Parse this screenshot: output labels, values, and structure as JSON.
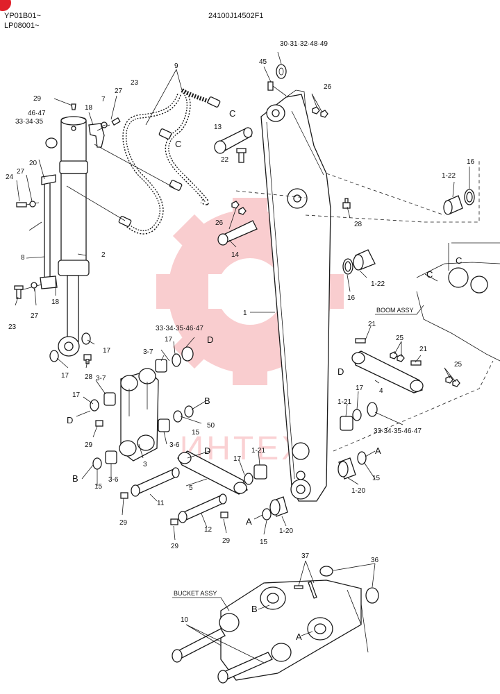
{
  "header": {
    "serial_line1": "YP01B01~",
    "serial_line2": "LP08001~",
    "drawing_number": "24100J14502F1"
  },
  "watermark": {
    "text": "ИНТЕХ",
    "color": "#e8202a"
  },
  "assembly_labels": {
    "boom": "BOOM ASSY",
    "bucket": "BUCKET ASSY"
  },
  "callouts": {
    "c30": "30·31·32·48·49",
    "c9": "9",
    "c45": "45",
    "c26a": "26",
    "c29a": "29",
    "c27a": "27",
    "c23a": "23",
    "c7": "7",
    "c18a": "18",
    "c4647": "46·47",
    "c333435": "33·34·35",
    "cC1": "C",
    "cC2": "C",
    "cC3": "C",
    "cC4": "C",
    "c13": "13",
    "c22": "22",
    "c20": "20",
    "c27b": "27",
    "c24": "24",
    "c2": "2",
    "c8": "8",
    "c26b": "26",
    "c28a": "28",
    "c14": "14",
    "c16a": "16",
    "c122a": "1-22",
    "c16b": "16",
    "c122b": "1-22",
    "c23b": "23",
    "c27c": "27",
    "c18b": "18",
    "c1": "1",
    "c3335long1": "33·34·35·46·47",
    "cD1": "D",
    "c17a": "17",
    "c37a": "3-7",
    "c17b": "17",
    "c28b": "28",
    "c17c": "17",
    "c37b": "3-7",
    "c21a": "21",
    "c25a": "25",
    "c21b": "21",
    "cD2": "D",
    "c25b": "25",
    "c4": "4",
    "c17d": "17",
    "cD3": "D",
    "c17e": "17",
    "cB1": "B",
    "c29b": "29",
    "c15a": "15",
    "c50": "50",
    "c36a": "3-6",
    "c3": "3",
    "c121a": "1-21",
    "c3335long2": "33·34·35·46·47",
    "cB2": "B",
    "c15b": "15",
    "c36b": "3-6",
    "cD4": "D",
    "c17f": "17",
    "c121b": "1-21",
    "cA1": "A",
    "c15c": "15",
    "c120a": "1-20",
    "c5": "5",
    "c11": "11",
    "c29c": "29",
    "c12": "12",
    "c29d": "29",
    "cA2": "A",
    "c15d": "15",
    "c120b": "1-20",
    "c29e": "29",
    "c37": "37",
    "c36": "36",
    "cB3": "B",
    "cA3": "A",
    "c10": "10"
  }
}
